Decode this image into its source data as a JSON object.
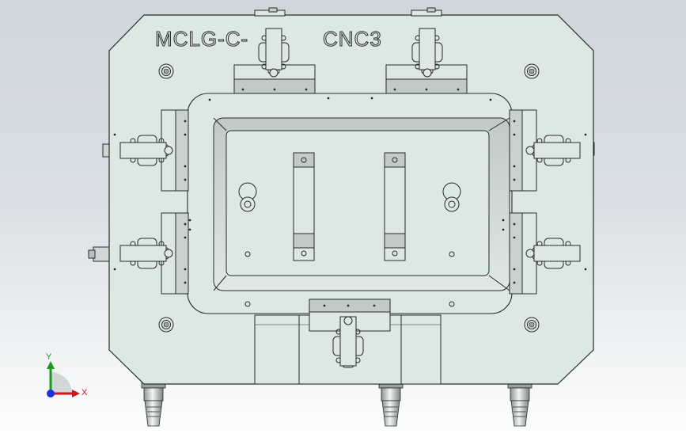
{
  "viewport": {
    "engraving_left": "MCLG-C-",
    "engraving_right": "CNC3",
    "triad": {
      "x_label": "X",
      "y_label": "Y"
    }
  },
  "colors": {
    "plate_face": "#dce9e3",
    "outline": "#2a2a2a",
    "axis_x": "#d01818",
    "axis_y": "#1a9a1a",
    "axis_origin": "#2030e0"
  }
}
